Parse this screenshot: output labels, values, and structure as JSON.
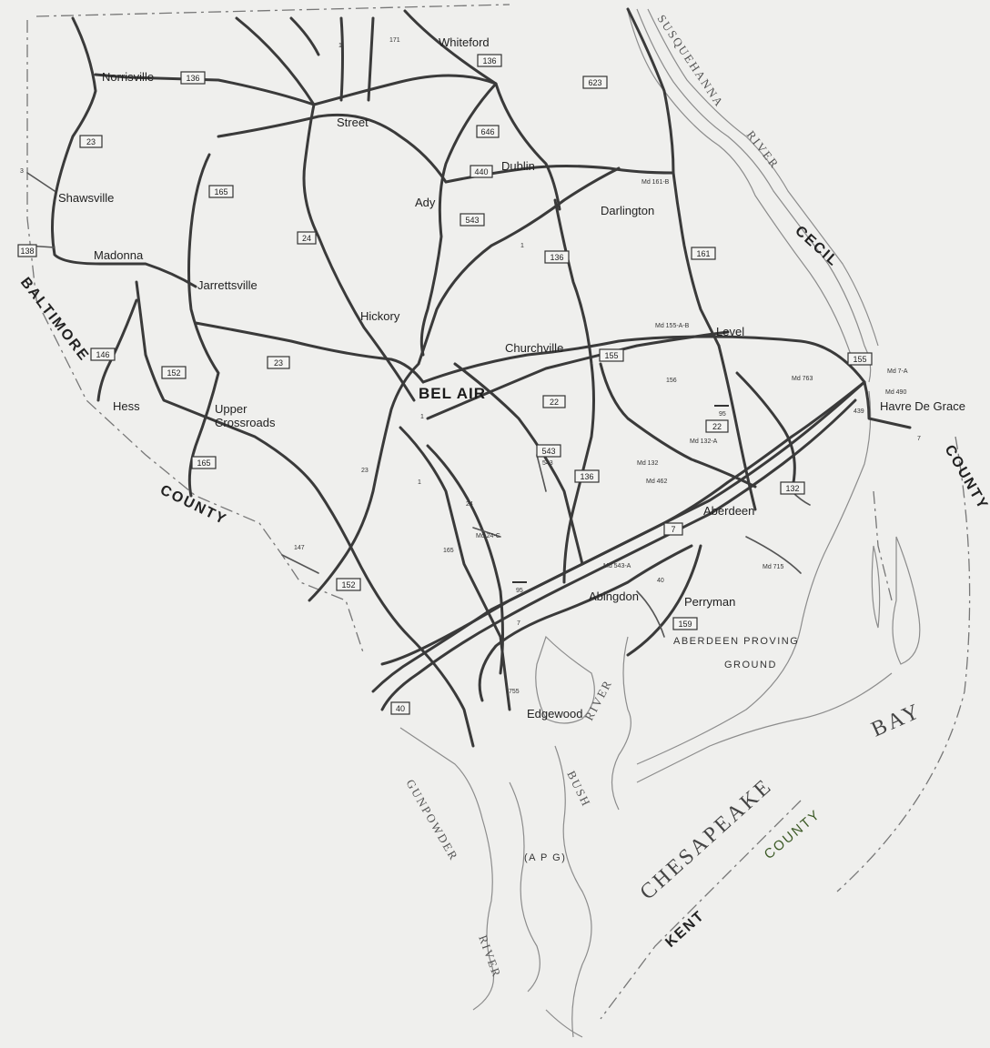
{
  "towns": {
    "norrisville": "Norrisville",
    "whiteford": "Whiteford",
    "street": "Street",
    "shawsville": "Shawsville",
    "dublin": "Dublin",
    "ady": "Ady",
    "darlington": "Darlington",
    "madonna": "Madonna",
    "jarrettsville": "Jarrettsville",
    "hickory": "Hickory",
    "churchville": "Churchville",
    "level": "Level",
    "bel_air": "BEL AIR",
    "hess": "Hess",
    "upper_crossroads_1": "Upper",
    "upper_crossroads_2": "Crossroads",
    "havre_de_grace": "Havre De Grace",
    "aberdeen": "Aberdeen",
    "abingdon": "Abingdon",
    "perryman": "Perryman",
    "edgewood": "Edgewood"
  },
  "regions": {
    "apg_line1": "ABERDEEN  PROVING",
    "apg_line2": "GROUND",
    "apg_abbrev": "(A P G)"
  },
  "counties": {
    "baltimore": "BALTIMORE",
    "county_sw": "COUNTY",
    "cecil": "CECIL",
    "county_e": "COUNTY",
    "kent": "KENT",
    "county_s": "COUNTY"
  },
  "water": {
    "susquehanna": "SUSQUEHANNA",
    "river_ne": "RIVER",
    "bush": "BUSH",
    "river_bush": "RIVER",
    "gunpowder": "GUNPOWDER",
    "river_gunpowder": "RIVER",
    "chesapeake": "CHESAPEAKE",
    "bay": "BAY"
  },
  "route_shields": [
    {
      "label": "136"
    },
    {
      "label": "136"
    },
    {
      "label": "623"
    },
    {
      "label": "23"
    },
    {
      "label": "646"
    },
    {
      "label": "440"
    },
    {
      "label": "543"
    },
    {
      "label": "165"
    },
    {
      "label": "24"
    },
    {
      "label": "136"
    },
    {
      "label": "161"
    },
    {
      "label": "138"
    },
    {
      "label": "146"
    },
    {
      "label": "152"
    },
    {
      "label": "23"
    },
    {
      "label": "155"
    },
    {
      "label": "22"
    },
    {
      "label": "155"
    },
    {
      "label": "22"
    },
    {
      "label": "543"
    },
    {
      "label": "136"
    },
    {
      "label": "165"
    },
    {
      "label": "152"
    },
    {
      "label": "7"
    },
    {
      "label": "159"
    },
    {
      "label": "132"
    },
    {
      "label": "40"
    }
  ],
  "small_labels": {
    "md_161_b": "Md 161-B",
    "md_155_ab": "Md 155-A-B",
    "md_763": "Md 763",
    "md_7a": "Md 7-A",
    "md_490": "Md 490",
    "md_132a": "Md 132-A",
    "md_132": "Md 132",
    "md_462": "Md 462",
    "md_715": "Md 715",
    "md_543a": "Md 543-A",
    "md_24c": "Md 24-C",
    "r1_a": "1",
    "r1_b": "1",
    "r1_c": "1",
    "r24": "24",
    "r40": "40",
    "r156": "156",
    "r95_a": "95",
    "r95_b": "95",
    "r7": "7",
    "r755": "755",
    "r147": "147",
    "r439": "439",
    "r543": "543",
    "r1_top": "1",
    "r23_small": "23",
    "r7_small": "7",
    "r165_small": "165",
    "r171": "171",
    "r3": "3"
  }
}
